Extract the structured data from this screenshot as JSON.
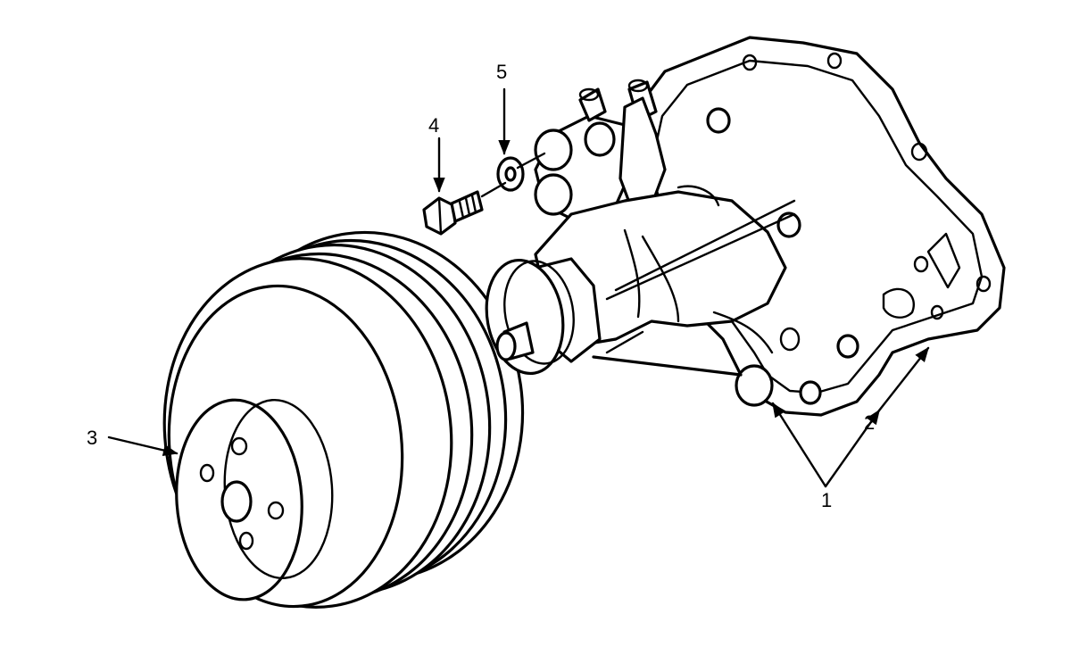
{
  "diagram": {
    "type": "exploded-parts-illustration",
    "line_color": "#000000",
    "background": "#ffffff",
    "callouts": [
      {
        "id": "1",
        "label": "1",
        "part_icon": "pump-mounting-bolt-icon"
      },
      {
        "id": "2",
        "label": "2",
        "part_icon": "pump-gasket-surface-icon"
      },
      {
        "id": "3",
        "label": "3",
        "part_icon": "pulley-icon"
      },
      {
        "id": "4",
        "label": "4",
        "part_icon": "bolt-icon"
      },
      {
        "id": "5",
        "label": "5",
        "part_icon": "washer-icon"
      }
    ]
  }
}
